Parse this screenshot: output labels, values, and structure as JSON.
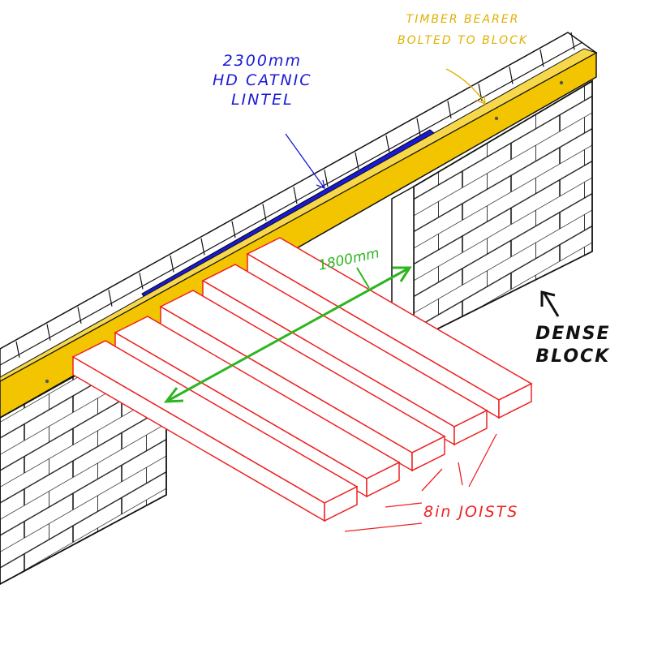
{
  "labels": {
    "lintel": [
      "2300mm",
      "HD CATNIC",
      "LINTEL"
    ],
    "bearer": [
      "TIMBER BEARER",
      "BOLTED TO BLOCK"
    ],
    "span": "1800mm",
    "block": [
      "DENSE",
      "BLOCK"
    ],
    "joists": "8in JOISTS"
  },
  "colors": {
    "lintel": "#1a1ad6",
    "bearer": "#f2c500",
    "span": "#2db51e",
    "joists": "#ee2222",
    "block_label": "#111111"
  }
}
